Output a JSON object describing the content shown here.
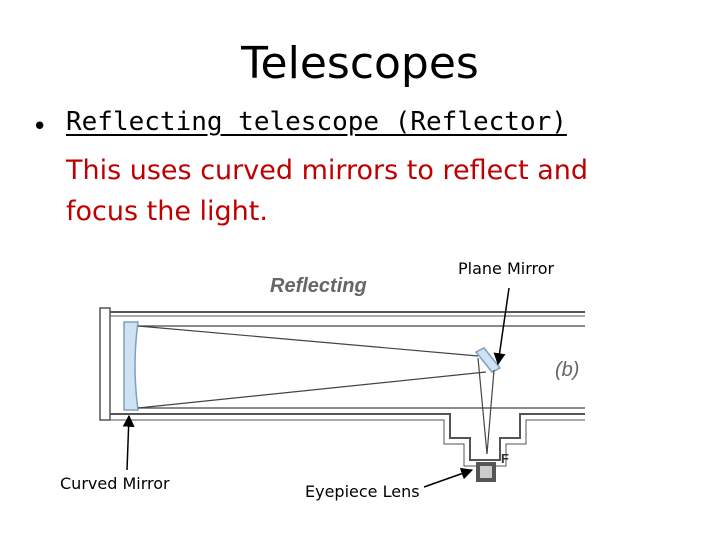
{
  "slide": {
    "title": "Telescopes",
    "bullet_symbol": "•",
    "heading": "Reflecting telescope (Reflector)",
    "body_line1": "This uses  curved mirrors to reflect and",
    "body_line2": "focus the light."
  },
  "diagram": {
    "heading": "Reflecting",
    "panel_tag": "(b)",
    "focus_tag": "F",
    "labels": {
      "plane_mirror": "Plane Mirror",
      "curved_mirror": "Curved Mirror",
      "eyepiece_lens": "Eyepiece Lens"
    },
    "colors": {
      "mirror": "#cfe2f3",
      "mirror_edge": "#7f9fbf",
      "tube": "#555555",
      "ray": "#444444",
      "heading_gray": "#666666"
    }
  }
}
